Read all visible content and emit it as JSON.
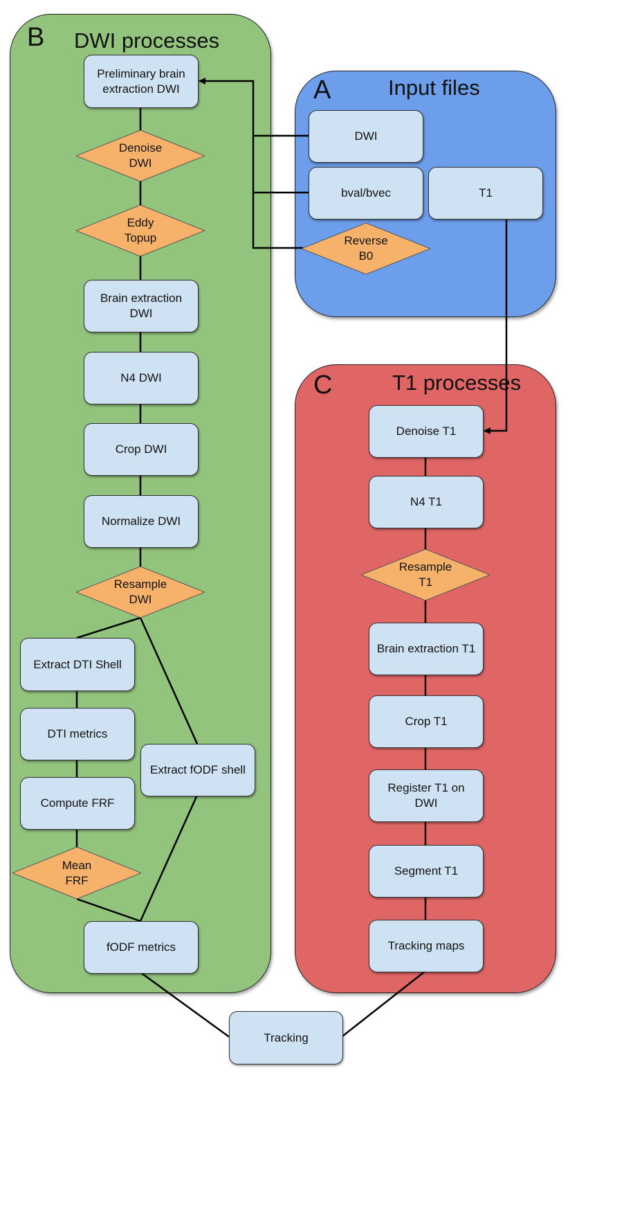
{
  "colors": {
    "dwi_panel": "#93c47d",
    "input_panel": "#6d9eeb",
    "t1_panel": "#e06666",
    "process_node": "#cfe2f3",
    "decision_node": "#f6b26b",
    "line": "#000000"
  },
  "panels": {
    "dwi": {
      "letter": "B",
      "title": "DWI processes"
    },
    "input": {
      "letter": "A",
      "title": "Input files"
    },
    "t1": {
      "letter": "C",
      "title": "T1 processes"
    }
  },
  "nodes": {
    "prelim_brain_extraction_dwi": "Preliminary brain\nextraction DWI",
    "denoise_dwi": "Denoise\nDWI",
    "eddy_topup": "Eddy\nTopup",
    "brain_extraction_dwi": "Brain extraction\nDWI",
    "n4_dwi": "N4 DWI",
    "crop_dwi": "Crop DWI",
    "normalize_dwi": "Normalize DWI",
    "resample_dwi": "Resample\nDWI",
    "extract_dti_shell": "Extract DTI Shell",
    "dti_metrics": "DTI metrics",
    "compute_frf": "Compute FRF",
    "mean_frf": "Mean\nFRF",
    "extract_fodf_shell": "Extract fODF shell",
    "fodf_metrics": "fODF metrics",
    "input_dwi": "DWI",
    "input_bval_bvec": "bval/bvec",
    "input_t1": "T1",
    "reverse_b0": "Reverse\nB0",
    "denoise_t1": "Denoise T1",
    "n4_t1": "N4 T1",
    "resample_t1": "Resample\nT1",
    "brain_extraction_t1": "Brain extraction T1",
    "crop_t1": "Crop T1",
    "register_t1_on_dwi": "Register T1 on\nDWI",
    "segment_t1": "Segment T1",
    "tracking_maps": "Tracking maps",
    "tracking": "Tracking"
  },
  "edges": [
    {
      "from": "input_dwi",
      "to": "prelim_brain_extraction_dwi",
      "arrow": true
    },
    {
      "from": "input_bval_bvec",
      "to": "prelim_brain_extraction_dwi",
      "arrow": true
    },
    {
      "from": "reverse_b0",
      "to": "prelim_brain_extraction_dwi",
      "arrow": true
    },
    {
      "from": "input_t1",
      "to": "denoise_t1",
      "arrow": true
    },
    {
      "from": "prelim_brain_extraction_dwi",
      "to": "denoise_dwi"
    },
    {
      "from": "denoise_dwi",
      "to": "eddy_topup"
    },
    {
      "from": "eddy_topup",
      "to": "brain_extraction_dwi"
    },
    {
      "from": "brain_extraction_dwi",
      "to": "n4_dwi"
    },
    {
      "from": "n4_dwi",
      "to": "crop_dwi"
    },
    {
      "from": "crop_dwi",
      "to": "normalize_dwi"
    },
    {
      "from": "normalize_dwi",
      "to": "resample_dwi"
    },
    {
      "from": "resample_dwi",
      "to": "extract_dti_shell"
    },
    {
      "from": "resample_dwi",
      "to": "extract_fodf_shell"
    },
    {
      "from": "extract_dti_shell",
      "to": "dti_metrics"
    },
    {
      "from": "dti_metrics",
      "to": "compute_frf"
    },
    {
      "from": "compute_frf",
      "to": "mean_frf"
    },
    {
      "from": "mean_frf",
      "to": "fodf_metrics"
    },
    {
      "from": "extract_fodf_shell",
      "to": "fodf_metrics"
    },
    {
      "from": "denoise_t1",
      "to": "n4_t1"
    },
    {
      "from": "n4_t1",
      "to": "resample_t1"
    },
    {
      "from": "resample_t1",
      "to": "brain_extraction_t1"
    },
    {
      "from": "brain_extraction_t1",
      "to": "crop_t1"
    },
    {
      "from": "crop_t1",
      "to": "register_t1_on_dwi"
    },
    {
      "from": "register_t1_on_dwi",
      "to": "segment_t1"
    },
    {
      "from": "segment_t1",
      "to": "tracking_maps"
    },
    {
      "from": "fodf_metrics",
      "to": "tracking"
    },
    {
      "from": "tracking_maps",
      "to": "tracking"
    }
  ]
}
